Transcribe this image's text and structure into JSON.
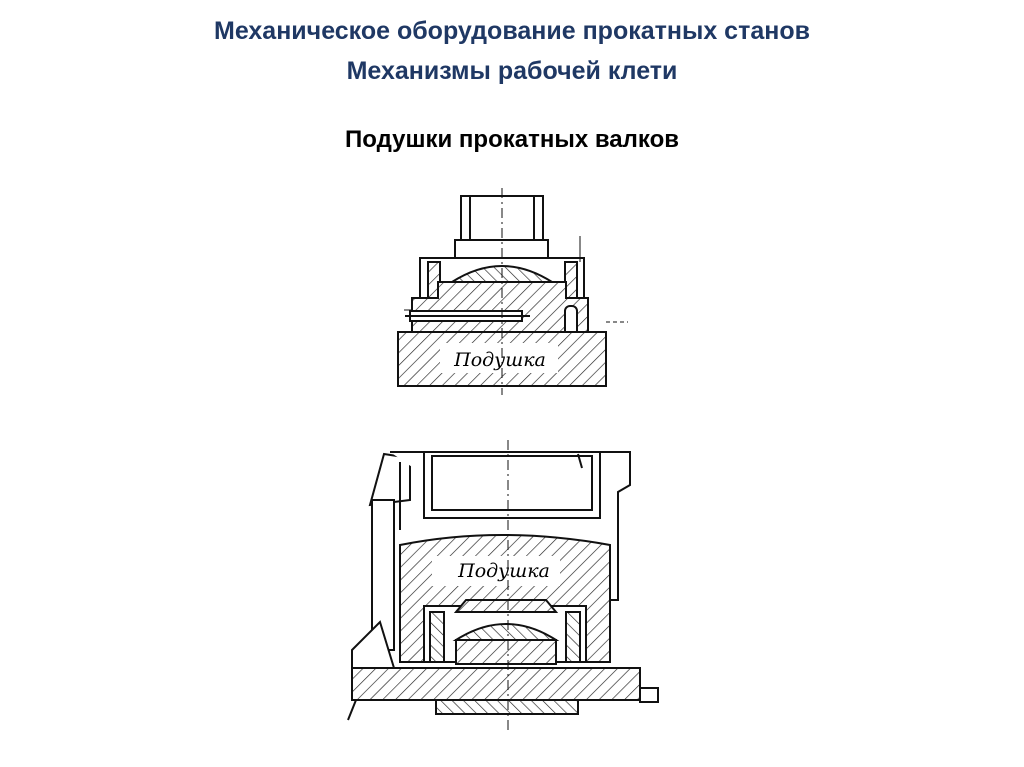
{
  "slide": {
    "title_line1": "Механическое оборудование прокатных станов",
    "title_line2": "Механизмы рабочей клети",
    "subtitle": "Подушки прокатных валков"
  },
  "figures": {
    "top_label": "Подушка",
    "bottom_label": "Подушка"
  },
  "colors": {
    "title": "#1f3864",
    "text": "#000000",
    "line": "#111111"
  }
}
